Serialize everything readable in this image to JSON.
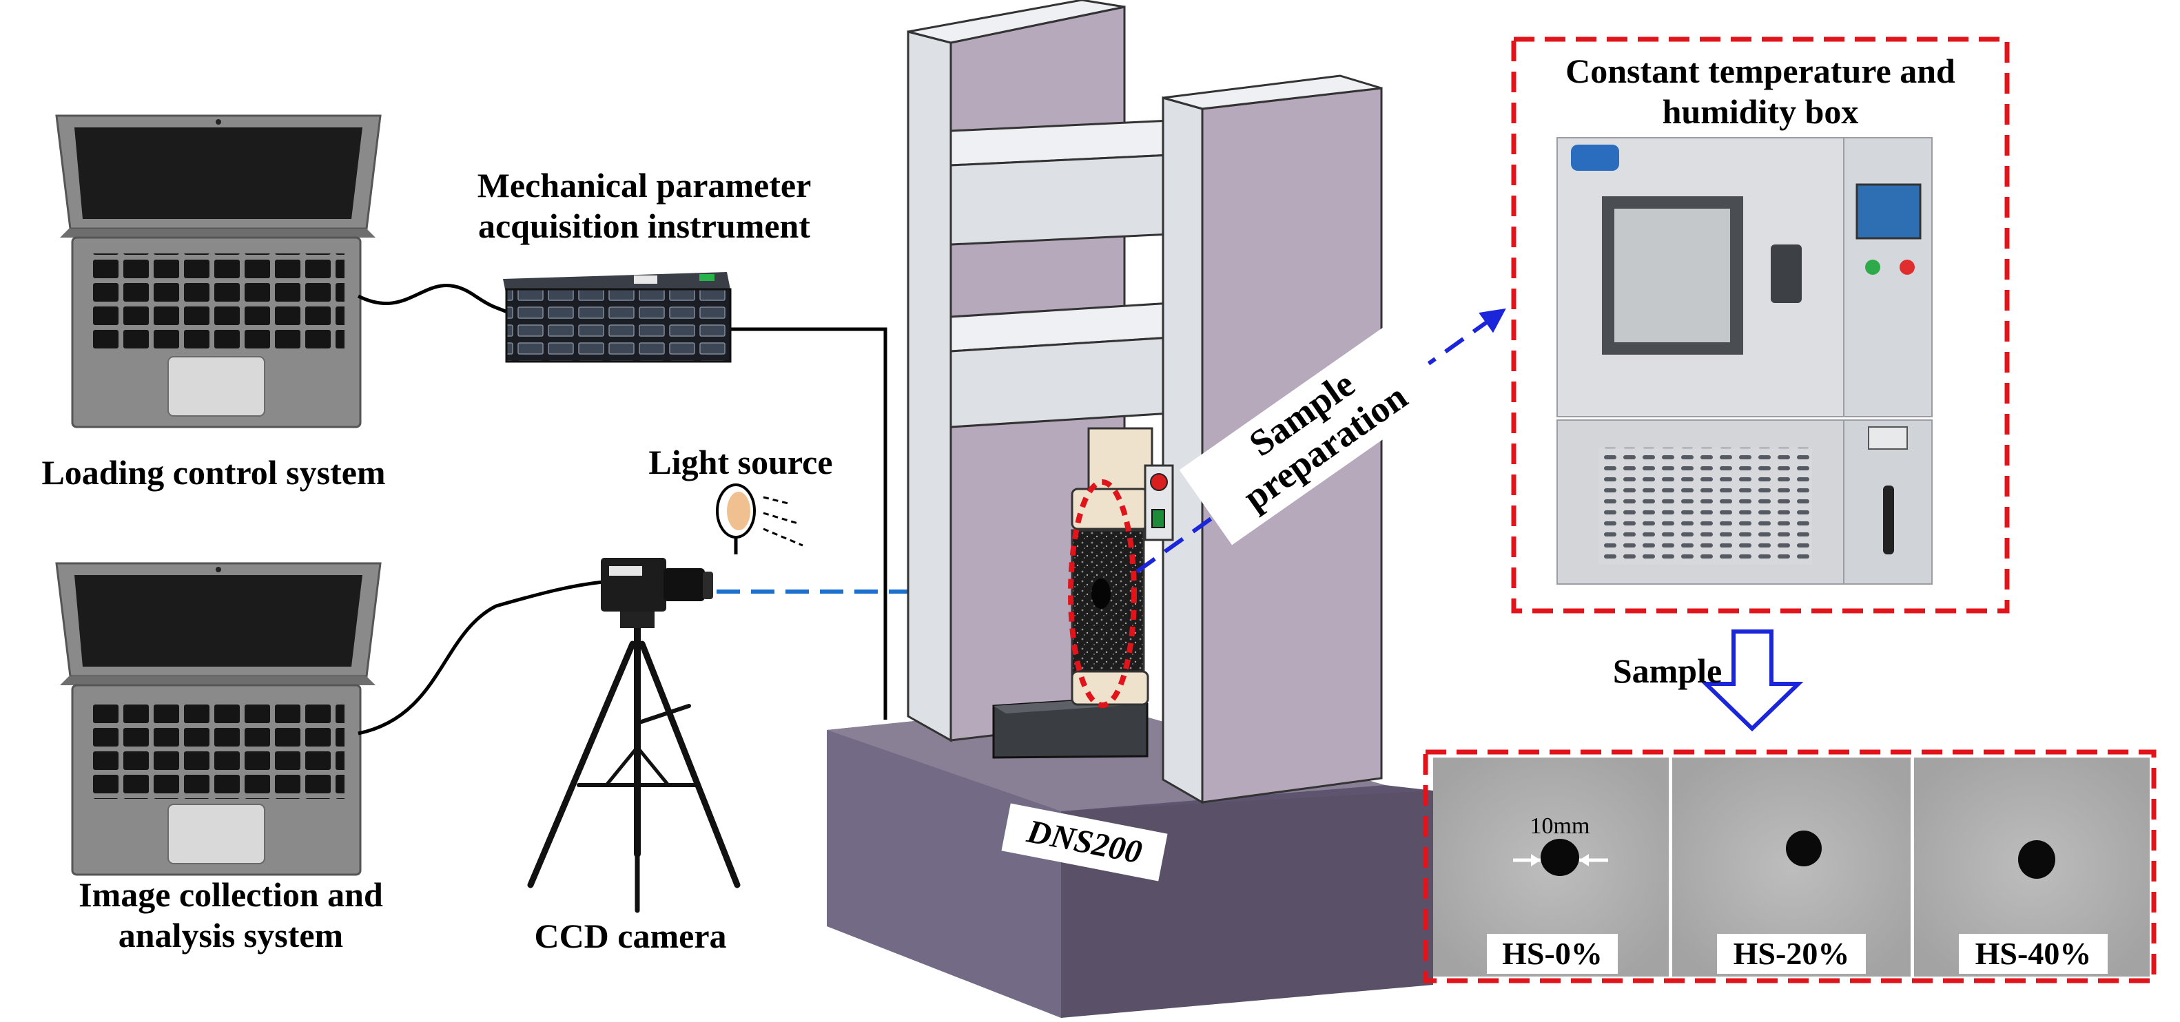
{
  "labels": {
    "loading_control": "Loading control system",
    "image_collection_1": "Image collection and",
    "image_collection_2": "analysis system",
    "mechanical_1": "Mechanical parameter",
    "mechanical_2": "acquisition instrument",
    "light_source": "Light source",
    "ccd_camera": "CCD camera",
    "machine_model": "DNS200",
    "sample_prep_1": "Sample",
    "sample_prep_2": "preparation",
    "box_1": "Constant temperature and",
    "box_2": "humidity box",
    "sample": "Sample",
    "scale": "10mm"
  },
  "samples": [
    {
      "label": "HS-0%"
    },
    {
      "label": "HS-20%"
    },
    {
      "label": "HS-40%"
    }
  ],
  "colors": {
    "dashed_red": "#e2141b",
    "arrow_blue": "#1b25d9",
    "beam_blue": "#1a6fcf",
    "frame_purple": "#b7a9bc",
    "frame_gray": "#dde1e6",
    "base": "#5e5470",
    "laptop": "#8a8a8a"
  }
}
